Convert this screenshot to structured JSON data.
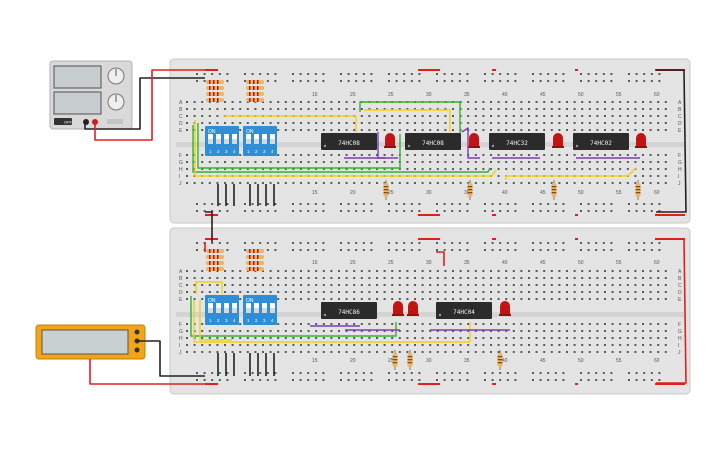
{
  "colors": {
    "board": "#e4e4e4",
    "board_edge": "#c9c9c9",
    "hole": "#5a5a5a",
    "rail_red": "#e0201c",
    "rail_dark": "#333333",
    "chip": "#2b2b2b",
    "chip_text": "#f2f2f2",
    "dip": "#2f8fd6",
    "wire_red": "#e0201c",
    "wire_black": "#222222",
    "wire_green": "#35b230",
    "wire_yellow": "#f2d016",
    "wire_purple": "#7a3fb0",
    "led": "#c31414",
    "resistor": "#e8b86a",
    "multimeter": "#f2a516"
  },
  "power_supply": {
    "label": "OFF"
  },
  "boards": [
    {
      "col_numbers": [
        "15",
        "20",
        "25",
        "30",
        "35",
        "40",
        "45",
        "50",
        "55",
        "60"
      ],
      "row_letters_top": [
        "A",
        "B",
        "C",
        "D",
        "E"
      ],
      "row_letters_bottom": [
        "F",
        "G",
        "H",
        "I",
        "J"
      ],
      "chips": [
        {
          "label": "74HC08"
        },
        {
          "label": "74HC08"
        },
        {
          "label": "74HC32"
        },
        {
          "label": "74HC02"
        }
      ],
      "dip_switches": [
        {
          "on_label": "ON",
          "numbers": [
            "1",
            "2",
            "3",
            "4"
          ]
        },
        {
          "on_label": "ON",
          "numbers": [
            "1",
            "2",
            "3",
            "4"
          ]
        }
      ]
    },
    {
      "col_numbers": [
        "15",
        "20",
        "25",
        "30",
        "35",
        "40",
        "45",
        "50",
        "55",
        "60"
      ],
      "row_letters_top": [
        "A",
        "B",
        "C",
        "D",
        "E"
      ],
      "row_letters_bottom": [
        "F",
        "G",
        "H",
        "I",
        "J"
      ],
      "chips": [
        {
          "label": "74HC86"
        },
        {
          "label": "74HC04"
        }
      ],
      "dip_switches": [
        {
          "on_label": "ON",
          "numbers": [
            "1",
            "2",
            "3",
            "4"
          ]
        },
        {
          "on_label": "ON",
          "numbers": [
            "1",
            "2",
            "3",
            "4"
          ]
        }
      ]
    }
  ],
  "multimeter": {
    "display": ""
  }
}
